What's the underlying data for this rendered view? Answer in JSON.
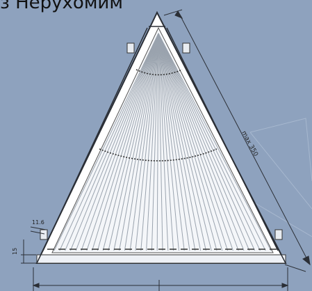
{
  "header": {
    "title": "з Нерухомим"
  },
  "dimensions": {
    "side_length": "max 350",
    "fold_depth": "11.6",
    "bottom_rail": "15"
  },
  "colors": {
    "background": "#8ea2be",
    "pleat_fill": "#f4f6f9",
    "frame": "#3a3f47",
    "dim_line": "#2b2f36"
  }
}
